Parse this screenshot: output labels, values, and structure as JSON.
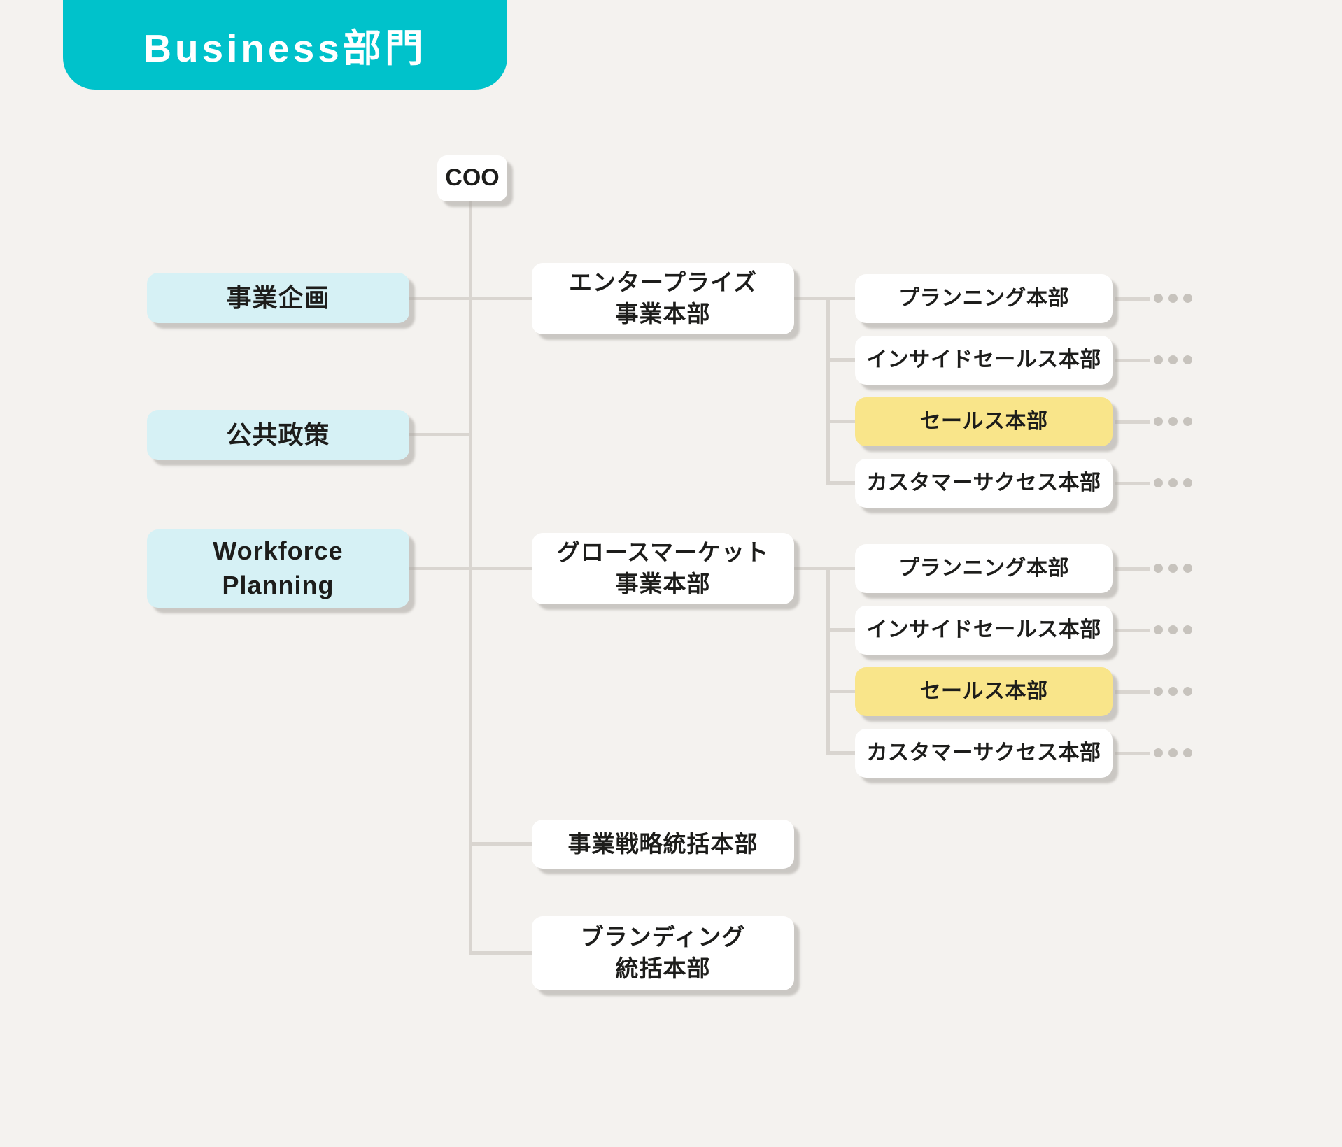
{
  "colors": {
    "bg": "#f4f2ef",
    "teal": "#00c2cb",
    "lightblue": "#d6f1f5",
    "yellow": "#f9e58a",
    "line": "#d9d5d0",
    "dot": "#c7c3bd",
    "text": "#1d1d1b",
    "white": "#ffffff"
  },
  "header": {
    "title": "Business部門"
  },
  "root": {
    "label": "COO"
  },
  "left_nodes": [
    {
      "label": "事業企画"
    },
    {
      "label": "公共政策"
    },
    {
      "label": "Workforce\nPlanning"
    }
  ],
  "mid_nodes": [
    {
      "label": "エンタープライズ\n事業本部"
    },
    {
      "label": "グロースマーケット\n事業本部"
    },
    {
      "label": "事業戦略統括本部"
    },
    {
      "label": "ブランディング\n統括本部"
    }
  ],
  "sub_groups": [
    {
      "items": [
        {
          "label": "プランニング本部",
          "highlighted": false
        },
        {
          "label": "インサイドセールス本部",
          "highlighted": false
        },
        {
          "label": "セールス本部",
          "highlighted": true
        },
        {
          "label": "カスタマーサクセス本部",
          "highlighted": false
        }
      ]
    },
    {
      "items": [
        {
          "label": "プランニング本部",
          "highlighted": false
        },
        {
          "label": "インサイドセールス本部",
          "highlighted": false
        },
        {
          "label": "セールス本部",
          "highlighted": true
        },
        {
          "label": "カスタマーサクセス本部",
          "highlighted": false
        }
      ]
    }
  ],
  "more_dots_count": 3
}
